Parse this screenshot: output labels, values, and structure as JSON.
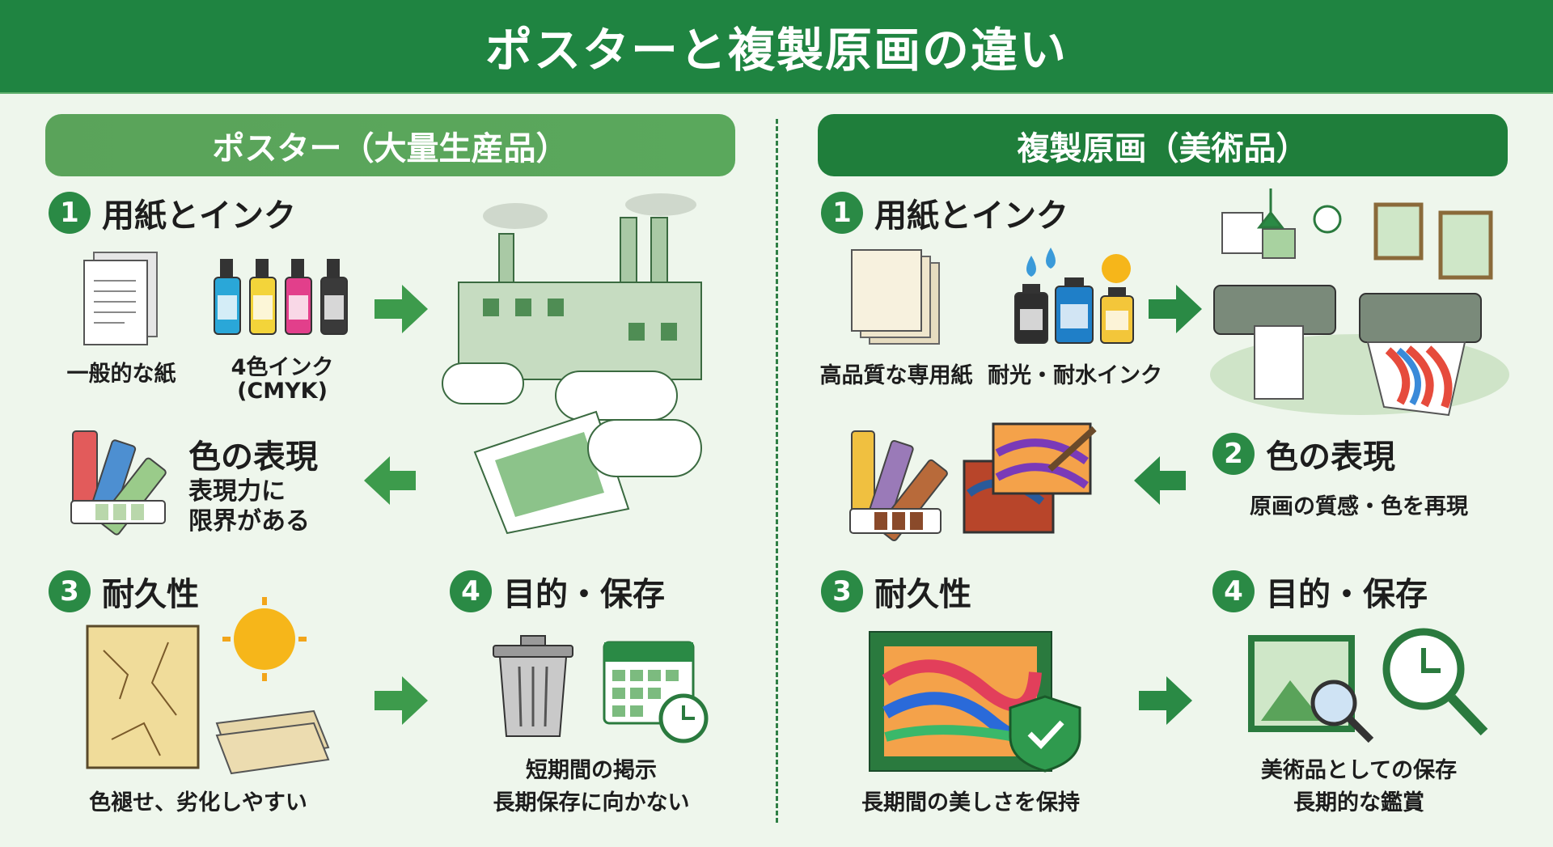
{
  "title": "ポスターと複製原画の違い",
  "colors": {
    "header": "#1f8441",
    "left_pill": "#5aa35a",
    "right_pill": "#1f7e3b",
    "background": "#eef6ec"
  },
  "left": {
    "heading": "ポスター（大量生産品）",
    "s1": {
      "num": "1",
      "title": "用紙とインク",
      "paper": "一般的な紙",
      "ink": "4色インク",
      "ink_sub": "(CMYK)"
    },
    "s2": {
      "title": "色の表現",
      "desc1": "表現力に",
      "desc2": "限界がある"
    },
    "s3": {
      "num": "3",
      "title": "耐久性",
      "desc": "色褪せ、劣化しやすい"
    },
    "s4": {
      "num": "4",
      "title": "目的・保存",
      "desc1": "短期間の掲示",
      "desc2": "長期保存に向かない"
    }
  },
  "right": {
    "heading": "複製原画（美術品）",
    "s1": {
      "num": "1",
      "title": "用紙とインク",
      "paper": "高品質な専用紙",
      "ink": "耐光・耐水インク"
    },
    "s2": {
      "num": "2",
      "title": "色の表現",
      "desc": "原画の質感・色を再現"
    },
    "s3": {
      "num": "3",
      "title": "耐久性",
      "desc": "長期間の美しさを保持"
    },
    "s4": {
      "num": "4",
      "title": "目的・保存",
      "desc1": "美術品としての保存",
      "desc2": "長期的な鑑賞"
    }
  }
}
